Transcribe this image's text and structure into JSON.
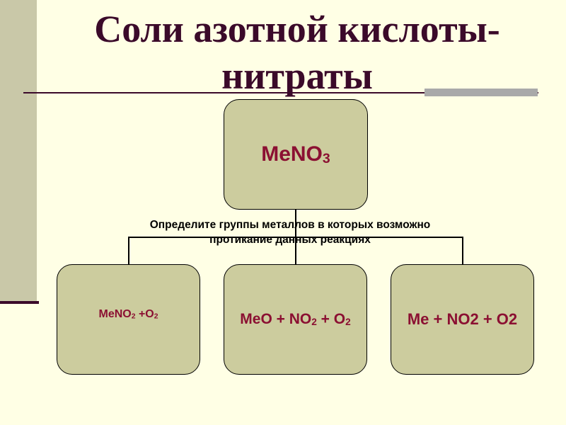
{
  "title": {
    "line1": "Соли азотной кислоты-",
    "line2": "нитраты"
  },
  "root": {
    "base": "MeNO",
    "sub": "3"
  },
  "question": {
    "line1": "Определите группы металлов в которых возможно",
    "line2": "протикание данных реакциях"
  },
  "children": {
    "left": {
      "p1": "MeNO",
      "s1": "2",
      "p2": " +O",
      "s2": "2"
    },
    "middle": {
      "p1": "MeO + NO",
      "s1": "2",
      "p2": " + O",
      "s2": "2"
    },
    "right": {
      "text": "Me + NO2 + O2"
    }
  },
  "colors": {
    "background": "#ffffe5",
    "box_fill": "#cccc9e",
    "box_text": "#8b1032",
    "title_text": "#3b0a2a"
  }
}
